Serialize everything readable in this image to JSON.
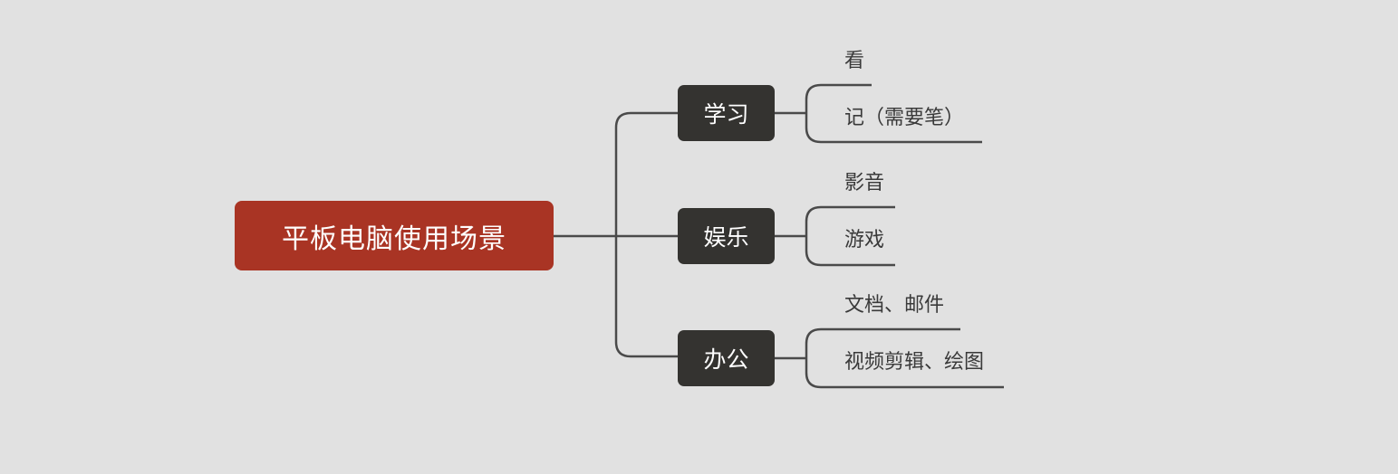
{
  "mindmap": {
    "root": {
      "label": "平板电脑使用场景"
    },
    "branches": [
      {
        "label": "学习",
        "leaves": [
          "看",
          "记（需要笔）"
        ]
      },
      {
        "label": "娱乐",
        "leaves": [
          "影音",
          "游戏"
        ]
      },
      {
        "label": "办公",
        "leaves": [
          "文档、邮件",
          "视频剪辑、绘图"
        ]
      }
    ]
  },
  "colors": {
    "background": "#e1e1e1",
    "root_fill": "#a93424",
    "branch_fill": "#343330",
    "connector": "#4a4a4a",
    "leaf_text": "#3a3a3a"
  }
}
